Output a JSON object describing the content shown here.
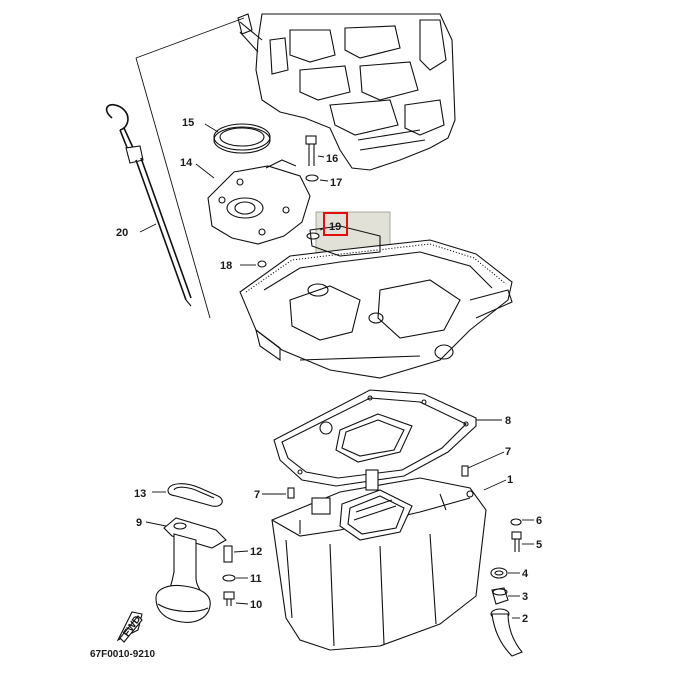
{
  "diagram_code": "67F0010-9210",
  "fwd_badge": "FWD",
  "highlighted_part": "19",
  "parts": [
    {
      "id": "p20",
      "label": "20"
    },
    {
      "id": "p15",
      "label": "15"
    },
    {
      "id": "p14",
      "label": "14"
    },
    {
      "id": "p16",
      "label": "16"
    },
    {
      "id": "p17",
      "label": "17"
    },
    {
      "id": "p19",
      "label": "19"
    },
    {
      "id": "p18",
      "label": "18"
    },
    {
      "id": "p8",
      "label": "8"
    },
    {
      "id": "p7a",
      "label": "7"
    },
    {
      "id": "p1",
      "label": "1"
    },
    {
      "id": "p13",
      "label": "13"
    },
    {
      "id": "p7b",
      "label": "7"
    },
    {
      "id": "p9",
      "label": "9"
    },
    {
      "id": "p6",
      "label": "6"
    },
    {
      "id": "p5",
      "label": "5"
    },
    {
      "id": "p12",
      "label": "12"
    },
    {
      "id": "p11",
      "label": "11"
    },
    {
      "id": "p4",
      "label": "4"
    },
    {
      "id": "p10",
      "label": "10"
    },
    {
      "id": "p3",
      "label": "3"
    },
    {
      "id": "p2",
      "label": "2"
    }
  ]
}
